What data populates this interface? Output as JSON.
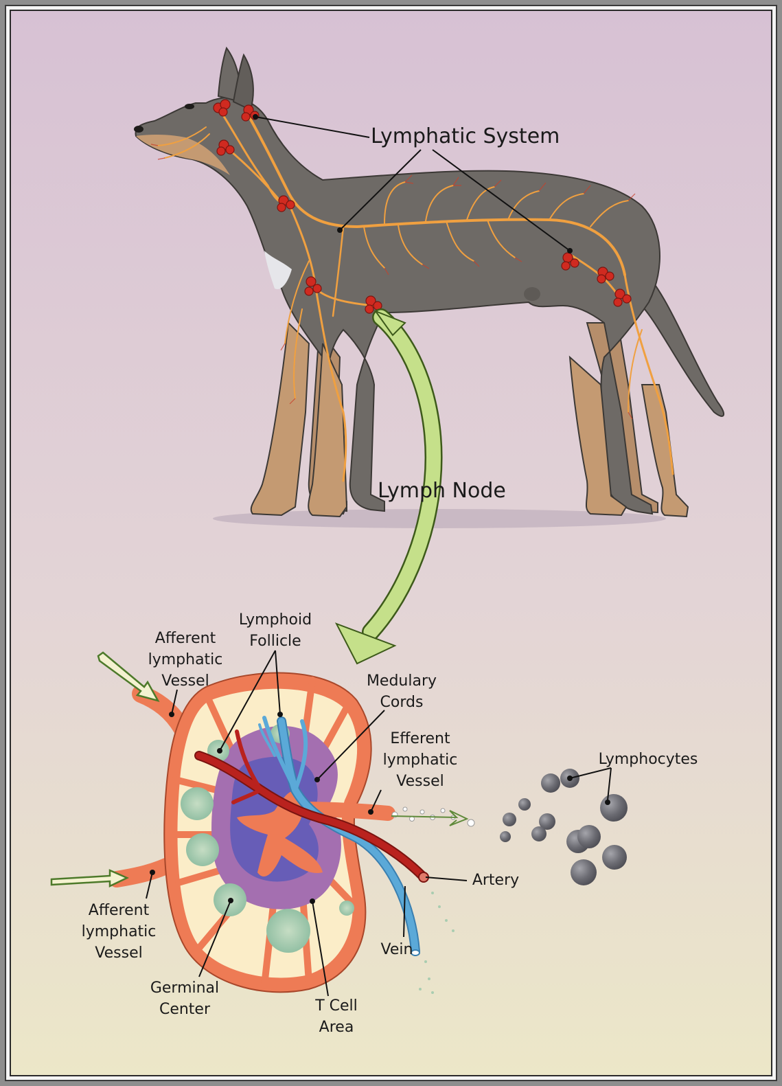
{
  "labels": {
    "lymphatic_system": "Lymphatic System",
    "lymph_node": "Lymph Node",
    "lymphoid_follicle": [
      "Lymphoid",
      "Follicle"
    ],
    "afferent_top": [
      "Afferent",
      "lymphatic",
      "Vessel"
    ],
    "afferent_bottom": [
      "Afferent",
      "lymphatic",
      "Vessel"
    ],
    "medulary_cords": [
      "Medulary",
      "Cords"
    ],
    "efferent": [
      "Efferent",
      "lymphatic",
      "Vessel"
    ],
    "lymphocytes": "Lymphocytes",
    "artery": "Artery",
    "vein": "Vein",
    "germinal_center": [
      "Germinal",
      "Center"
    ],
    "t_cell_area": [
      "T Cell",
      "Area"
    ]
  },
  "colors": {
    "background_top": "#d9c4d6",
    "background_bottom": "#ebe6c8",
    "dog_body": "#6e6a66",
    "dog_tan": "#c49a72",
    "lymph_vessel": "#f0a040",
    "lymph_node_red": "#d02a20",
    "capsule": "#ee7b55",
    "medulla_purple": "#a46fb0",
    "tcell_blue": "#5d5ab8",
    "follicle_green": "#a9cdb0",
    "artery_red": "#b9221e",
    "vein_blue": "#5ba9d8",
    "arrow_green": "#c5e08a",
    "lymphocyte_gray": "#6f6f75"
  }
}
